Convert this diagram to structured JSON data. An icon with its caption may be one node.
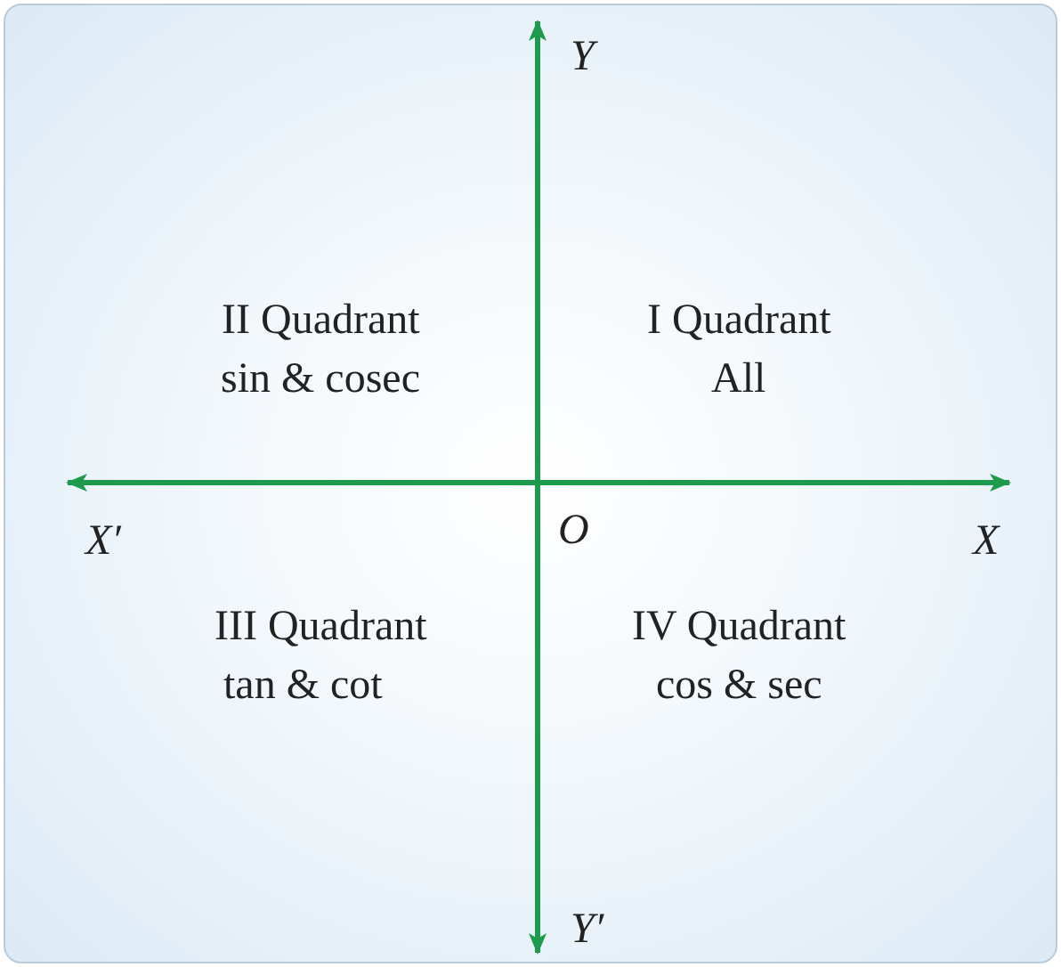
{
  "diagram": {
    "labels": [
      "Y",
      "II Quadrant",
      "sin & cosec",
      "I Quadrant",
      "All",
      "X′",
      "O",
      "X",
      "III Quadrant",
      "tan & cot",
      "IV Quadrant",
      "cos & sec",
      "Y′"
    ]
  }
}
